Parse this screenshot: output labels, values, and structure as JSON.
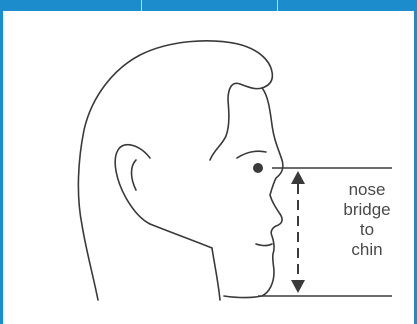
{
  "figure": {
    "measurement_label_lines": [
      "nose",
      "bridge",
      "to",
      "chin"
    ]
  },
  "colors": {
    "accent_blue": "#1c8ccc",
    "line_gray": "#3a3a3a",
    "text_gray": "#4a4a4a"
  },
  "icons": {
    "profile": "head-profile-icon",
    "arrow": "double-arrow-icon"
  }
}
